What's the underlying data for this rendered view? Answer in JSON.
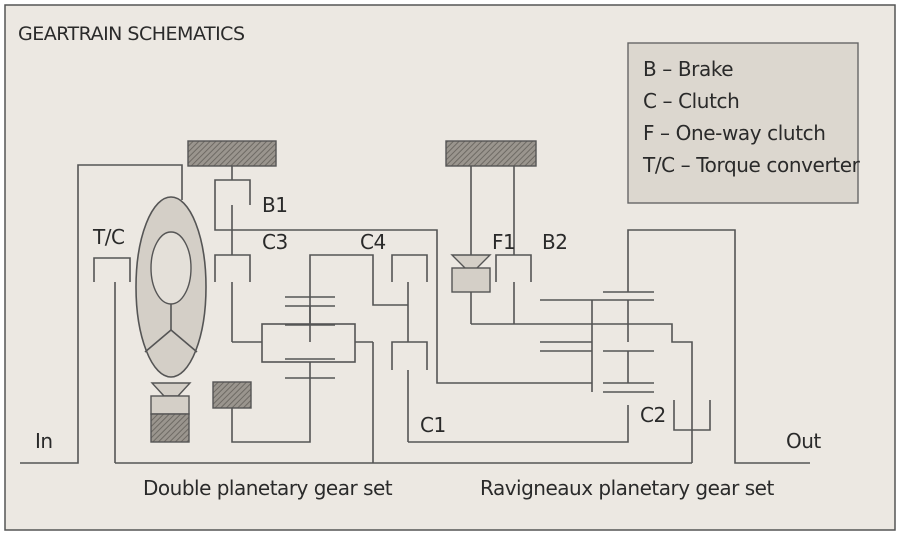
{
  "title": "GEARTRAIN SCHEMATICS",
  "legend": {
    "items": [
      "B – Brake",
      "C – Clutch",
      "F – One-way clutch",
      "T/C – Torque converter"
    ]
  },
  "labels": {
    "tc": "T/C",
    "b1": "B1",
    "c3": "C3",
    "c4": "C4",
    "f1": "F1",
    "b2": "B2",
    "c1": "C1",
    "c2": "C2",
    "in": "In",
    "out": "Out"
  },
  "captions": {
    "double": "Double planetary gear set",
    "ravigneaux": "Ravigneaux planetary gear set"
  },
  "colors": {
    "background": "#ece8e2",
    "line": "#555555",
    "legend_fill": "#dcd7cf",
    "hatch": "#8e8a84",
    "tc_fill": "#d4cfc7"
  }
}
